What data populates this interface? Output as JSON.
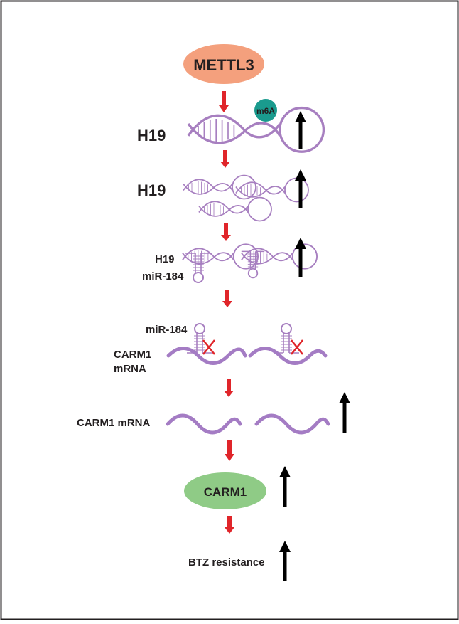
{
  "nodes": {
    "mettl3": "METTL3",
    "m6a": "m6A",
    "h19_top": "H19",
    "h19_multi": "H19",
    "h19_pair": "H19",
    "mir184_pair": "miR-184",
    "mir184_bound": "miR-184",
    "carm1_mrna_bound_line1": "CARM1",
    "carm1_mrna_bound_line2": "mRNA",
    "carm1_mrna": "CARM1 mRNA",
    "carm1_protein": "CARM1",
    "btz_resistance": "BTZ resistance"
  },
  "colors": {
    "frame": "#231f20",
    "mettl3_fill": "#f4a07d",
    "m6a_fill": "#1a9b8e",
    "rna_purple": "#a77fc0",
    "mrna_purple": "#a47cc4",
    "carm1_fill": "#8fcb86",
    "flow_arrow_red": "#e0252a",
    "increase_arrow": "#000000",
    "block_x": "#e0252a"
  },
  "increase_markers": [
    "H19",
    "H19",
    "H19/miR-184",
    "CARM1 mRNA",
    "CARM1",
    "BTZ resistance"
  ]
}
